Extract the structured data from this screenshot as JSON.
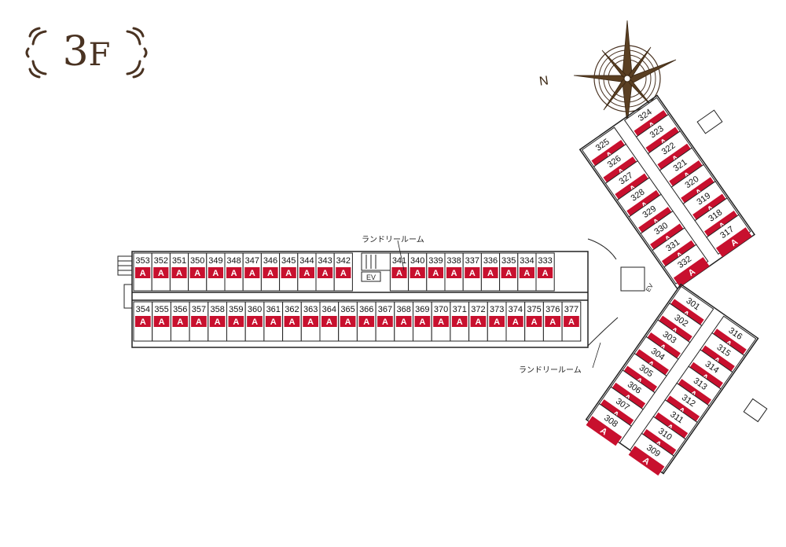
{
  "floor": {
    "number": "3",
    "suffix": "F"
  },
  "compass": {
    "north_label": "N"
  },
  "labels": {
    "laundry": "ランドリールーム",
    "elevator": "EV",
    "unit_type": "A"
  },
  "colors": {
    "unit_red": "#c8102e",
    "wall": "#222222",
    "brown": "#4a3322"
  },
  "units": {
    "main_top": [
      "353",
      "352",
      "351",
      "350",
      "349",
      "348",
      "347",
      "346",
      "345",
      "344",
      "343",
      "342",
      "",
      "341",
      "340",
      "339",
      "338",
      "337",
      "336",
      "335",
      "334",
      "333"
    ],
    "main_bottom": [
      "354",
      "355",
      "356",
      "357",
      "358",
      "359",
      "360",
      "361",
      "362",
      "363",
      "364",
      "365",
      "366",
      "367",
      "368",
      "369",
      "370",
      "371",
      "372",
      "373",
      "374",
      "375",
      "376",
      "377"
    ],
    "ne_outer": [
      "325",
      "326",
      "327",
      "328",
      "329",
      "330",
      "331",
      "332"
    ],
    "ne_inner": [
      "324",
      "323",
      "322",
      "321",
      "320",
      "319",
      "318",
      "317"
    ],
    "se_inner": [
      "316",
      "315",
      "314",
      "313",
      "312",
      "311",
      "310",
      "309"
    ],
    "se_outer": [
      "301",
      "302",
      "303",
      "304",
      "305",
      "306",
      "307",
      "308"
    ]
  }
}
